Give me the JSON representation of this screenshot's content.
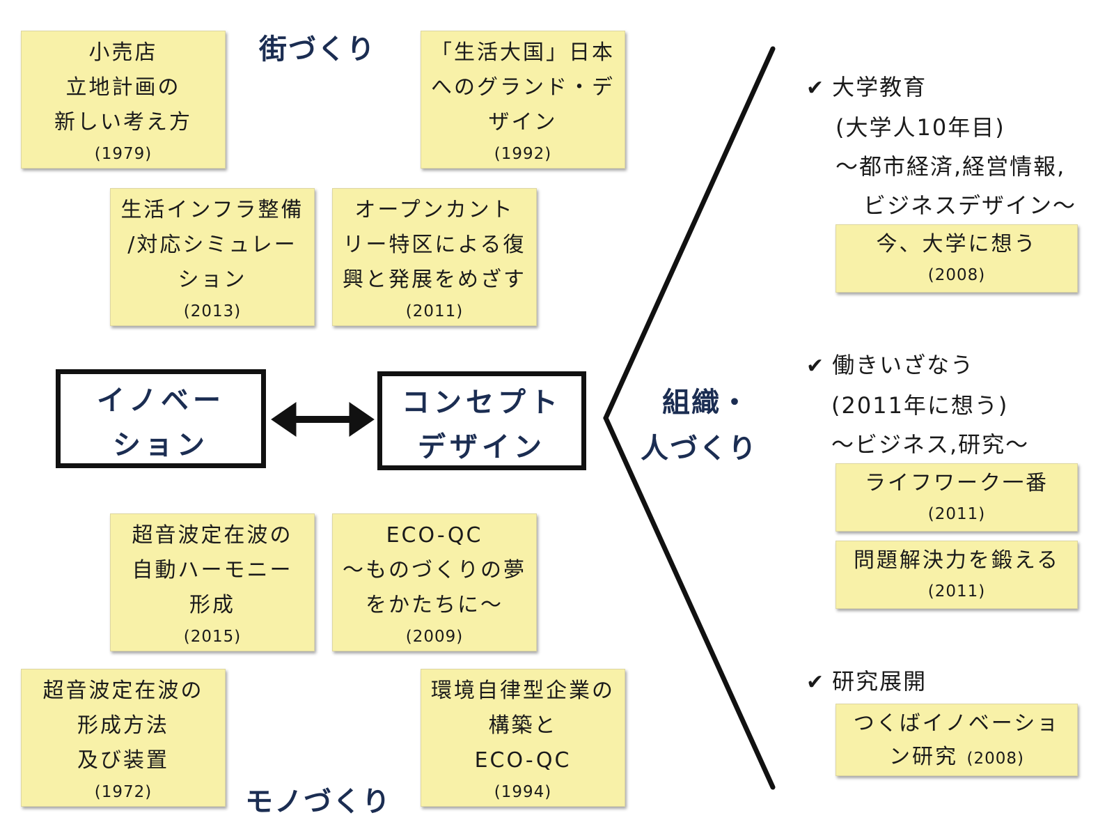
{
  "headings": {
    "machi": "街づくり",
    "mono": "モノづくり",
    "soshiki": [
      "組織・",
      "人づくり"
    ]
  },
  "boxes": {
    "innovation": [
      "イノベー",
      "ション"
    ],
    "concept": [
      "コンセプト",
      "デザイン"
    ]
  },
  "notes_left": [
    {
      "lines": [
        "小売店",
        "立地計画の",
        "新しい考え方"
      ],
      "year": "(1979)"
    },
    {
      "lines": [
        "「生活大国」日本",
        "へのグランド・デ",
        "ザイン"
      ],
      "year": "(1992)"
    },
    {
      "lines": [
        "生活インフラ整備",
        "/対応シミュレー",
        "ション"
      ],
      "year": "(2013)"
    },
    {
      "lines": [
        "オープンカント",
        "リー特区による復",
        "興と発展をめざす"
      ],
      "year": "(2011)"
    },
    {
      "lines": [
        "超音波定在波の",
        "自動ハーモニー",
        "形成"
      ],
      "year": "(2015)"
    },
    {
      "lines": [
        "ECO-QC",
        "〜ものづくりの夢",
        "をかたちに〜"
      ],
      "year": "(2009)"
    },
    {
      "lines": [
        "超音波定在波の",
        "形成方法",
        "及び装置"
      ],
      "year": "(1972)"
    },
    {
      "lines": [
        "環境自律型企業の",
        "構築と",
        "ECO-QC"
      ],
      "year": "(1994)"
    }
  ],
  "right": {
    "item1": {
      "check": "✔",
      "lines": [
        "大学教育",
        "(大学人10年目)",
        "〜都市経済,経営情報,",
        "ビジネスデザイン〜"
      ]
    },
    "note1": {
      "lines": [
        "今、大学に想う"
      ],
      "year": "(2008)"
    },
    "item2": {
      "check": "✔",
      "lines": [
        "働きいざなう",
        "(2011年に想う)",
        "〜ビジネス,研究〜"
      ]
    },
    "note2": {
      "lines": [
        "ライフワーク一番"
      ],
      "year": "(2011)"
    },
    "note3": {
      "lines": [
        "問題解決力を鍛える"
      ],
      "year": "(2011)"
    },
    "item3": {
      "check": "✔",
      "lines": [
        "研究展開"
      ]
    },
    "note4": {
      "lines": [
        "つくばイノベーショ"
      ],
      "tail": "ン研究",
      "year": "(2008)"
    }
  }
}
